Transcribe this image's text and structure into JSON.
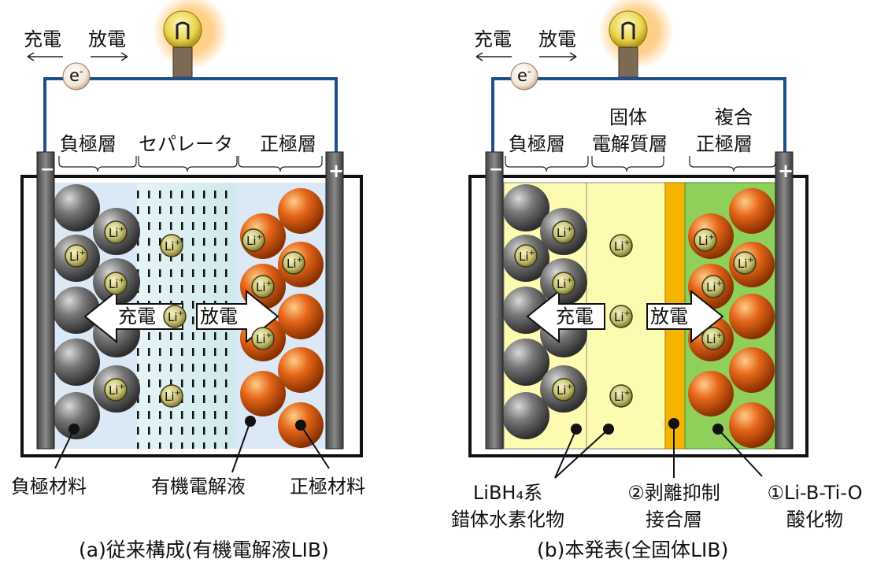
{
  "left": {
    "charge": "充電",
    "discharge": "放電",
    "electron": "e",
    "electron_sup": "-",
    "neg_layer": "負極層",
    "separator": "セパレータ",
    "pos_layer": "正極層",
    "minus": "−",
    "plus": "+",
    "arrow_charge": "充電",
    "arrow_discharge": "放電",
    "ion": "Li",
    "ion_sup": "+",
    "callout_neg": "負極材料",
    "callout_electrolyte": "有機電解液",
    "callout_pos": "正極材料",
    "caption": "(a)従来構成(有機電解液LIB)"
  },
  "right": {
    "charge": "充電",
    "discharge": "放電",
    "electron": "e",
    "electron_sup": "-",
    "neg_layer": "負極層",
    "solid_line1": "固体",
    "solid_line2": "電解質層",
    "composite_line1": "複合",
    "composite_line2": "正極層",
    "minus": "−",
    "plus": "+",
    "arrow_charge": "充電",
    "arrow_discharge": "放電",
    "ion": "Li",
    "ion_sup": "+",
    "callout_libh4_line1": "LiBH₄系",
    "callout_libh4_line2": "錯体水素化物",
    "callout_layer_line1": "②剥離抑制",
    "callout_layer_line2": "接合層",
    "callout_oxide_line1": "①Li-B-Ti-O",
    "callout_oxide_line2": "酸化物",
    "caption": "(b)本発表(全固体LIB)"
  },
  "colors": {
    "wire": "#1f4e8c",
    "electrode": "#666666",
    "neg_ball": "#6b6b6b",
    "pos_ball": "#e0661a",
    "ion": "#c8c27a",
    "separator_bg": "#d6eef0",
    "cell_bg": "#dbe8f6",
    "solid_electrolyte": "#fdfbb0",
    "bonding_layer": "#f5b400",
    "oxide": "#8fd05a"
  }
}
